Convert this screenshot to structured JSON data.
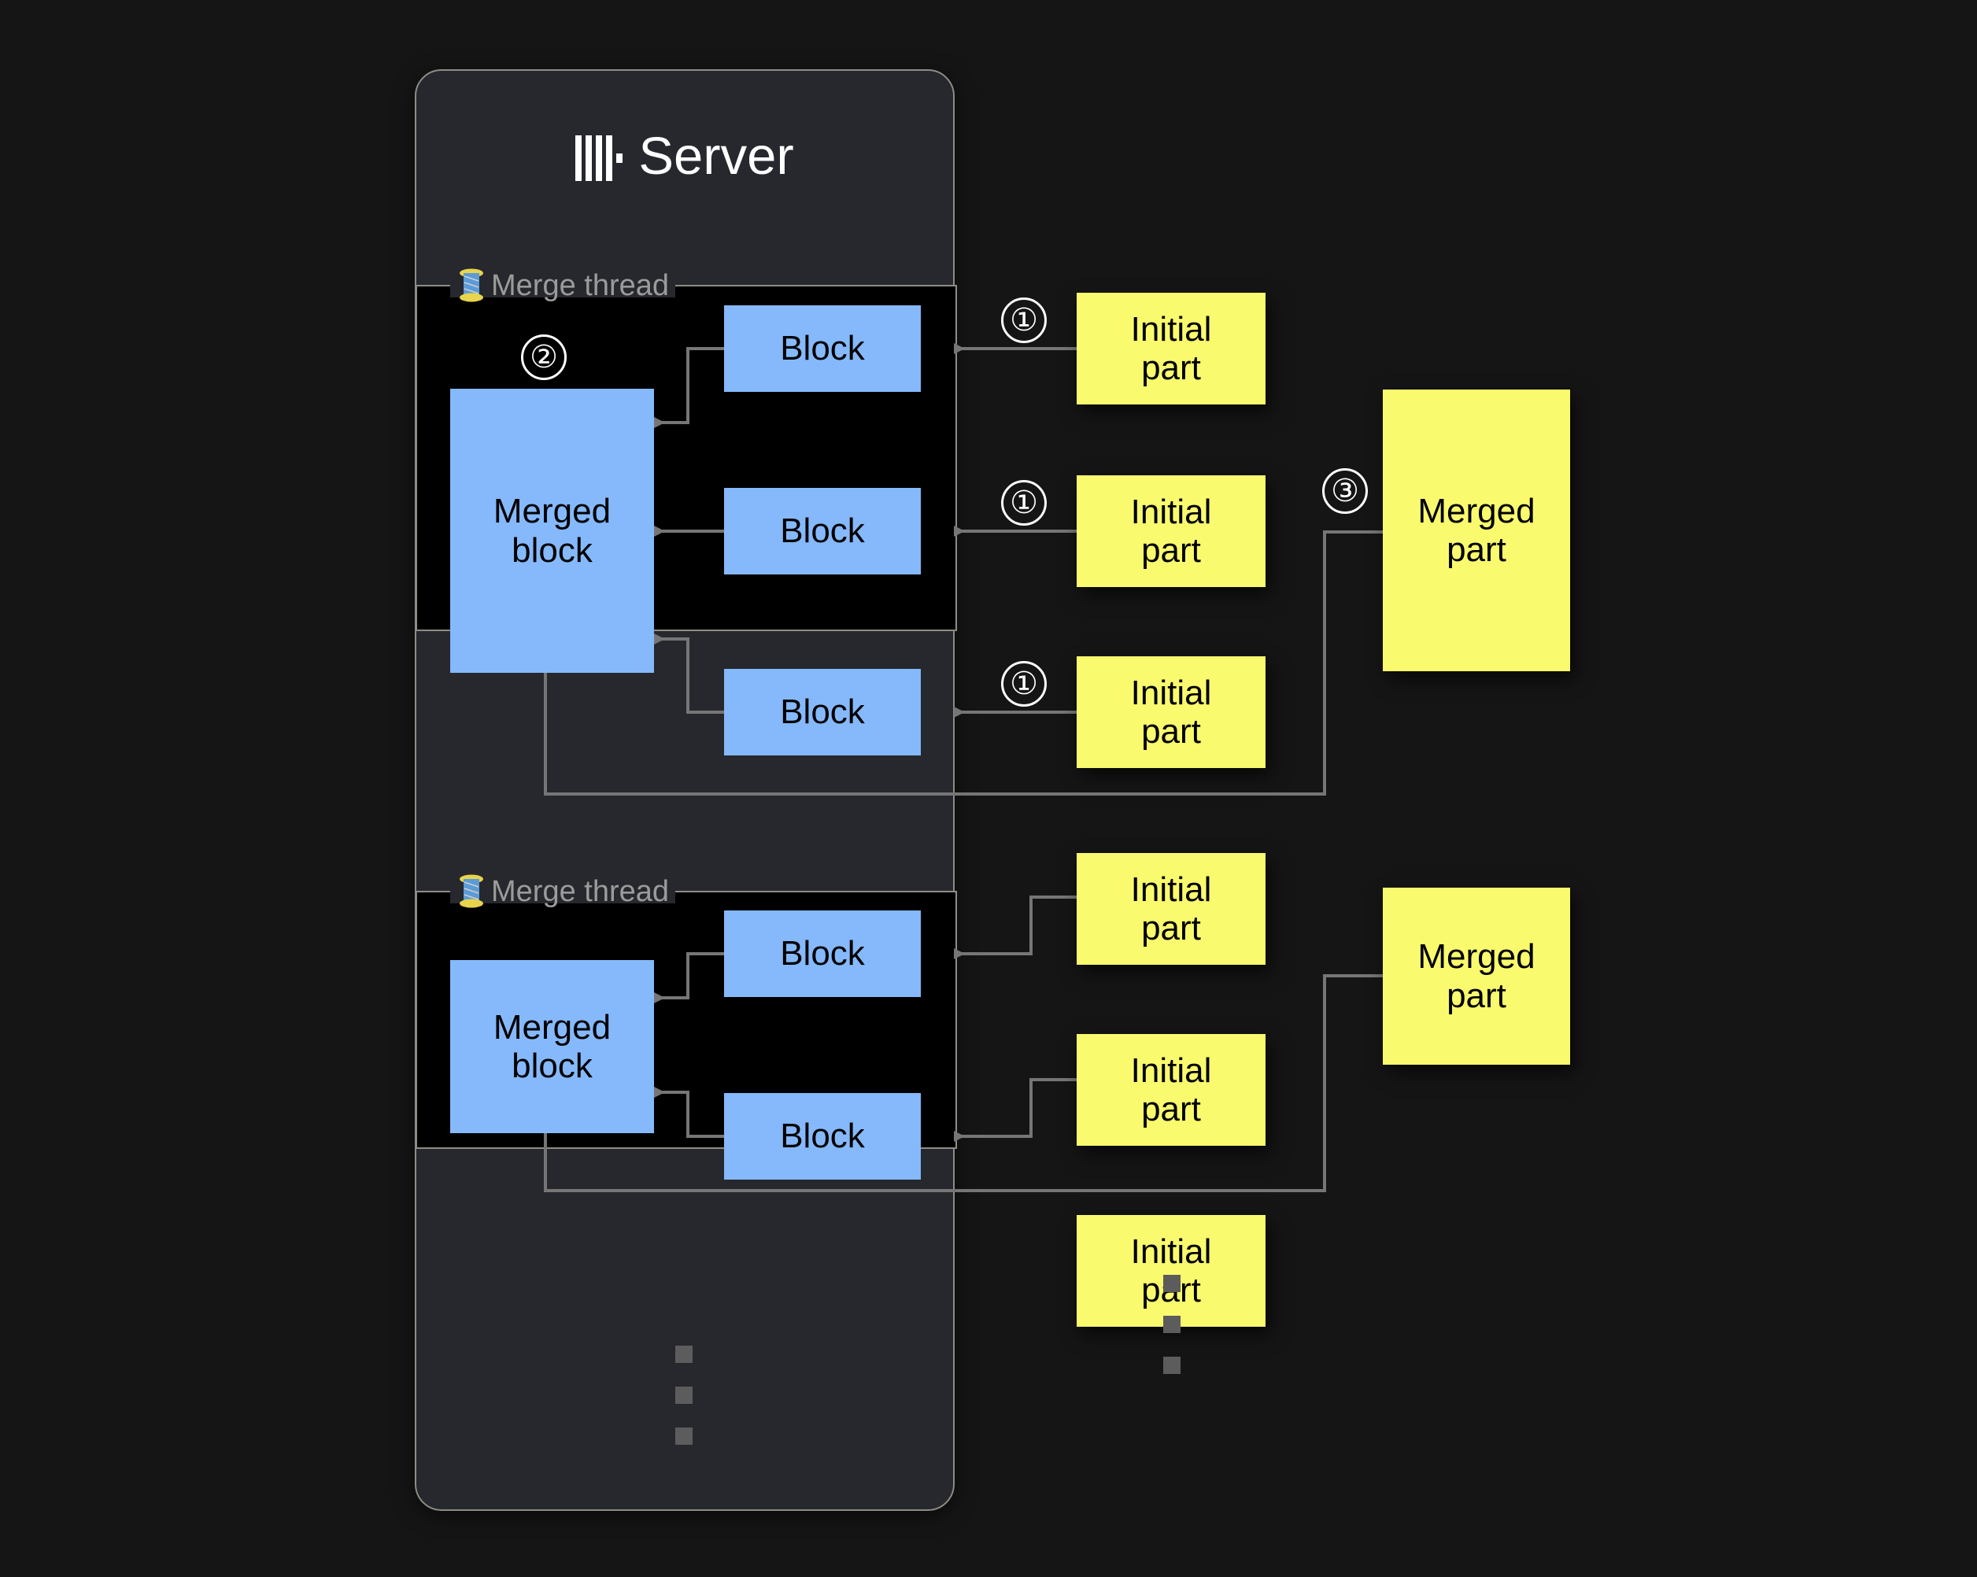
{
  "page": {
    "background_color": "#151515"
  },
  "server": {
    "title": "Server",
    "logo_icon": "clickhouse-logo-icon",
    "card_color": "#26282d",
    "border_color": "#8d8d85"
  },
  "colors": {
    "block_blue": "#85b9fb",
    "part_yellow": "#fafa6e",
    "arrow_gray": "#767676",
    "thread_bg": "#000000",
    "text_light": "#ffffff",
    "legend_gray": "#9b9b9b"
  },
  "threads": [
    {
      "legend": "Merge thread",
      "legend_icon": "thread-spool-icon",
      "merged_block_label": "Merged\nblock",
      "blocks": [
        {
          "label": "Block"
        },
        {
          "label": "Block"
        },
        {
          "label": "Block"
        }
      ]
    },
    {
      "legend": "Merge thread",
      "legend_icon": "thread-spool-icon",
      "merged_block_label": "Merged\nblock",
      "blocks": [
        {
          "label": "Block"
        },
        {
          "label": "Block"
        }
      ]
    }
  ],
  "initial_parts": [
    {
      "label": "Initial\npart"
    },
    {
      "label": "Initial\npart"
    },
    {
      "label": "Initial\npart"
    },
    {
      "label": "Initial\npart"
    },
    {
      "label": "Initial\npart"
    },
    {
      "label": "Initial\npart"
    }
  ],
  "merged_parts": [
    {
      "label": "Merged\npart"
    },
    {
      "label": "Merged\npart"
    }
  ],
  "markers": [
    {
      "symbol": "①",
      "meaning": "initial-part-read-into-block"
    },
    {
      "symbol": "①",
      "meaning": "initial-part-read-into-block"
    },
    {
      "symbol": "①",
      "meaning": "initial-part-read-into-block"
    },
    {
      "symbol": "②",
      "meaning": "blocks-merged-into-merged-block"
    },
    {
      "symbol": "③",
      "meaning": "merged-block-written-as-merged-part"
    }
  ],
  "ellipsis": {
    "symbol": "vertical-dots",
    "count": 3
  }
}
